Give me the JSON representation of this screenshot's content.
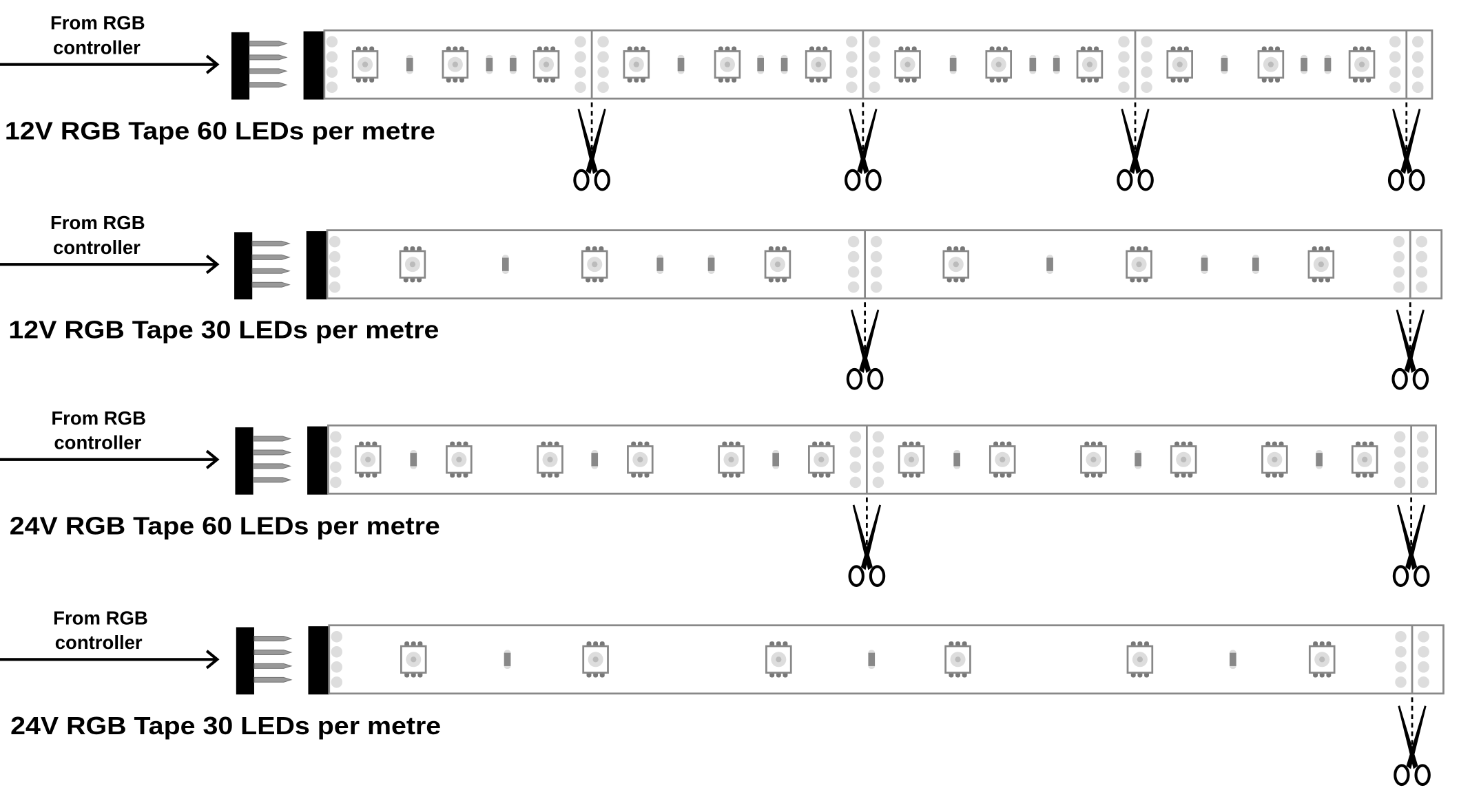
{
  "strips": [
    {
      "source_line1": "From RGB",
      "source_line2": "controller",
      "title": "12V RGB Tape 60 LEDs per metre",
      "voltage": "12V",
      "leds_per_metre": 60
    },
    {
      "source_line1": "From RGB",
      "source_line2": "controller",
      "title": "12V RGB Tape 30 LEDs per metre",
      "voltage": "12V",
      "leds_per_metre": 30
    },
    {
      "source_line1": "From RGB",
      "source_line2": "controller",
      "title": "24V RGB Tape 60 LEDs per metre",
      "voltage": "24V",
      "leds_per_metre": 60
    },
    {
      "source_line1": "From RGB",
      "source_line2": "controller",
      "title": "24V RGB Tape 30 LEDs per metre",
      "voltage": "24V",
      "leds_per_metre": 30
    }
  ],
  "colors": {
    "tape_outline": "#888888",
    "pad": "#dddddd",
    "connector": "#000000"
  }
}
